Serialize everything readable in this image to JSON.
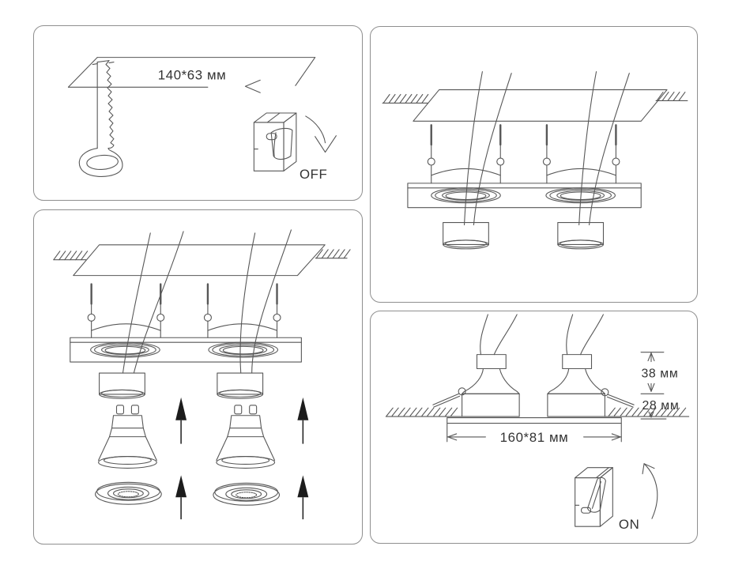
{
  "page": {
    "background": "#ffffff",
    "panel_border_color": "#8f8f8f",
    "line_color": "#575757",
    "text_color": "#333333",
    "arrow_fill": "#1c1c1c"
  },
  "panels": {
    "cutout": {
      "title": "step-1-cut-ceiling-opening",
      "dimension_label": "140*63 мм",
      "switch_state_label": "OFF",
      "icons": [
        "ceiling-panel-icon",
        "keyhole-saw-icon",
        "slide-left-arrow-icon",
        "rocker-switch-off-icon",
        "turn-off-arrow-icon"
      ]
    },
    "springs": {
      "title": "step-2-insert-fixture-with-springs",
      "icons": [
        "ceiling-opening-icon",
        "power-wires-icon",
        "spring-pin-icon",
        "fixture-frame-icon",
        "lamp-socket-cup-icon"
      ]
    },
    "bulbs": {
      "title": "step-3-install-gu10-bulbs-and-rings",
      "icons": [
        "ceiling-opening-icon",
        "power-wires-icon",
        "spring-pin-icon",
        "fixture-frame-icon",
        "lamp-socket-cup-icon",
        "gu10-bulb-icon",
        "trim-ring-icon",
        "insert-up-arrow-icon"
      ]
    },
    "finished": {
      "title": "step-4-finished-mounting-dimensions",
      "height_label": "38 мм",
      "recess_label": "28 мм",
      "width_label": "160*81 мм",
      "switch_state_label": "ON",
      "icons": [
        "recessed-lamp-icon",
        "spring-clip-icon",
        "ceiling-section-icon",
        "dimension-lines-icon",
        "rocker-switch-on-icon",
        "turn-on-arrow-icon"
      ]
    }
  }
}
